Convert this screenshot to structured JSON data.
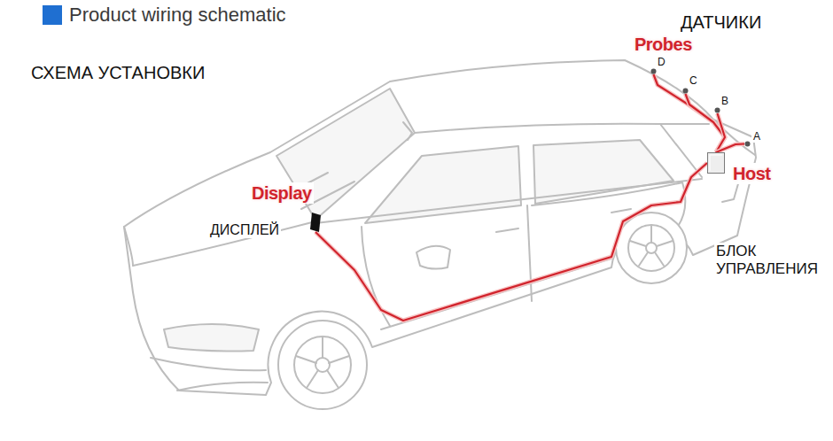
{
  "diagram": {
    "title": "Product wiring schematic",
    "nodes": [
      {
        "text": [
          "Display",
          "ДИСПЛЕЙ"
        ]
      },
      {
        "text": [
          "Host",
          "БЛОК УПРАВЛЕНИЯ"
        ]
      },
      {
        "text": [
          "D"
        ]
      },
      {
        "text": [
          "C"
        ]
      },
      {
        "text": [
          "B"
        ]
      },
      {
        "text": [
          "A"
        ]
      }
    ],
    "edges": [
      {
        "from": 1,
        "to": 0,
        "arrow": "none"
      },
      {
        "from": 1,
        "to": 2,
        "arrow": "none"
      },
      {
        "from": 1,
        "to": 3,
        "arrow": "none"
      },
      {
        "from": 1,
        "to": 4,
        "arrow": "none"
      },
      {
        "from": 1,
        "to": 5,
        "arrow": "none"
      }
    ],
    "labels": [
      "СХЕМА УСТАНОВКИ",
      "ДАТЧИКИ",
      "Probes"
    ]
  }
}
